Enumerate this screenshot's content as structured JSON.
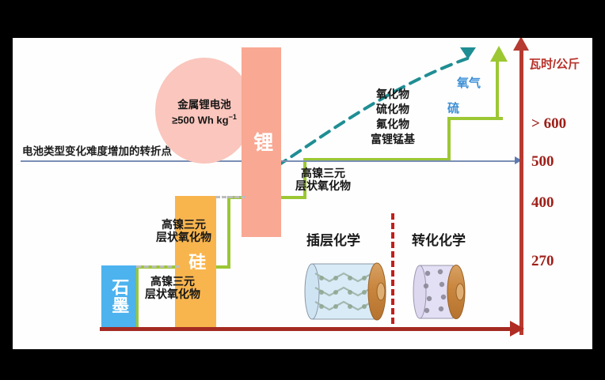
{
  "figure": {
    "type": "diagram",
    "topic": "Battery energy density roadmap (Chinese)",
    "threshold_label": "电池类型变化难度增加的转折点",
    "y_axis": {
      "title": "瓦时/公斤",
      "ticks": [
        {
          "label": "> 600",
          "value": 600
        },
        {
          "label": "500",
          "value": 500
        },
        {
          "label": "400",
          "value": 400
        },
        {
          "label": "270",
          "value": 270
        }
      ],
      "color": "#9d1f18"
    },
    "anode_bars": [
      {
        "name": "graphite",
        "label": "石墨",
        "color": "#4db3ef"
      },
      {
        "name": "silicon",
        "label": "硅",
        "color": "#f8b54e"
      },
      {
        "name": "lithium",
        "label": "锂",
        "color": "#f9a893"
      }
    ],
    "callout": {
      "title": "金属锂电池",
      "subtitle_pre": "≥500 Wh kg",
      "subtitle_sup": "−1",
      "color": "#fac6bd"
    },
    "cathode_steps": [
      {
        "step": 1,
        "line1": "高镍三元",
        "line2": "层状氧化物"
      },
      {
        "step": 2,
        "line1": "高镍三元",
        "line2": "层状氧化物"
      }
    ],
    "upper_materials": [
      "氧化物",
      "硫化物",
      "氟化物",
      "富锂锰基"
    ],
    "blue_materials": [
      {
        "label": "氧气"
      },
      {
        "label": "硫"
      }
    ],
    "chemistry_zones": [
      {
        "name": "intercalation",
        "title": "插层化学",
        "cylinder_color": "#d6eaf6"
      },
      {
        "name": "conversion",
        "title": "转化化学",
        "cylinder_color": "#e0dcf2"
      }
    ],
    "colors": {
      "green_path": "#9cc733",
      "axis_red": "#b63a31",
      "threshold_blue": "#7b8fb5",
      "teal_dashed": "#1f8e93",
      "divider_red": "#c0201d"
    }
  }
}
